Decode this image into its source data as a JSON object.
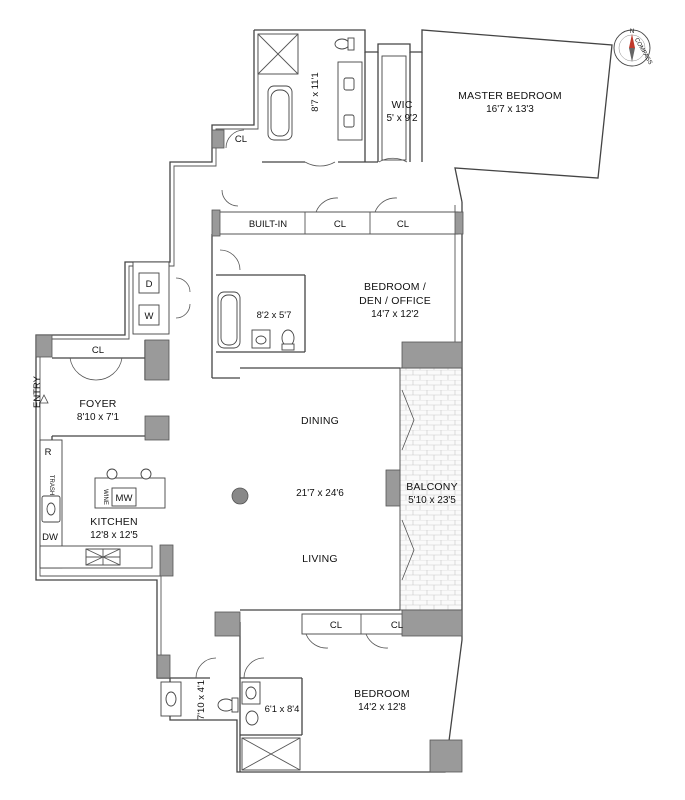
{
  "rooms": {
    "master_bedroom": {
      "name": "MASTER BEDROOM",
      "dim": "16'7 x 13'3"
    },
    "wic": {
      "name": "WIC",
      "dim": "5' x 9'2"
    },
    "master_bath": {
      "dim": "8'7 x 11'1"
    },
    "bedroom_den": {
      "name1": "BEDROOM /",
      "name2": "DEN / OFFICE",
      "dim": "14'7 x 12'2"
    },
    "bath2": {
      "dim": "8'2 x 5'7"
    },
    "foyer": {
      "name": "FOYER",
      "dim": "8'10 x 7'1"
    },
    "dining": {
      "name": "DINING"
    },
    "living": {
      "name": "LIVING"
    },
    "great_room": {
      "dim": "21'7 x 24'6"
    },
    "balcony": {
      "name": "BALCONY",
      "dim": "5'10 x 23'5"
    },
    "kitchen": {
      "name": "KITCHEN",
      "dim": "12'8 x 12'5"
    },
    "bedroom": {
      "name": "BEDROOM",
      "dim": "14'2 x 12'8"
    },
    "powder": {
      "dim": "7'10 x 4'1"
    },
    "bath3": {
      "dim": "6'1 x 8'4"
    }
  },
  "labels": {
    "closet": "CL",
    "built_in": "BUILT-IN",
    "entry": "ENTRY",
    "dryer": "D",
    "washer": "W",
    "fridge": "R",
    "trash": "TRASH",
    "dishwasher": "DW",
    "microwave": "MW",
    "wine": "WINE"
  },
  "compass": {
    "north": "N",
    "ring_text": "COMPASS"
  }
}
